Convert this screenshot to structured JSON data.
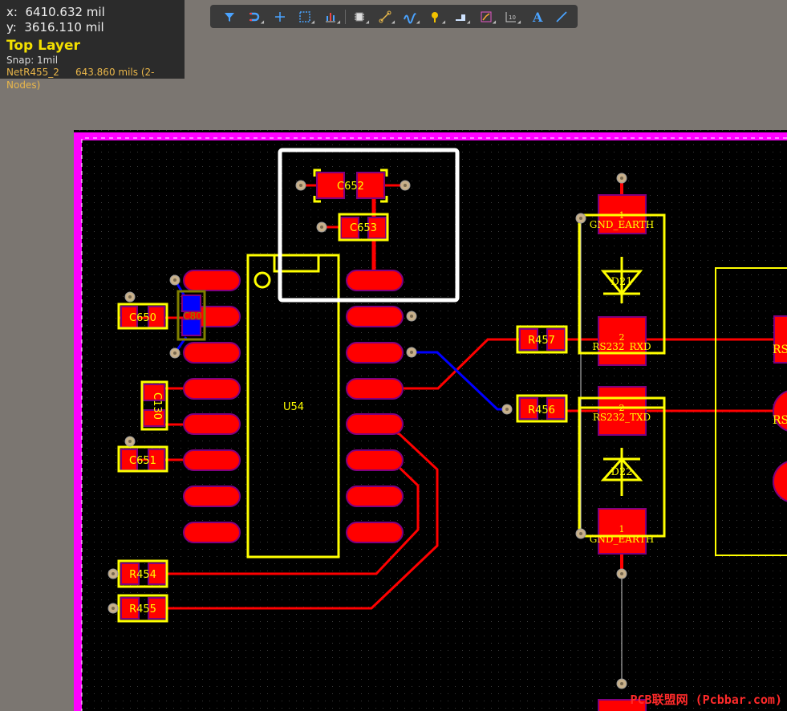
{
  "hud": {
    "x_label": "x:",
    "x_value": "6410.632 mil",
    "y_label": "y:",
    "y_value": "3616.110 mil",
    "layer": "Top Layer",
    "snap": "Snap: 1mil",
    "net_name": "NetR455_2",
    "net_length": "643.860 mils  (2-Nodes)"
  },
  "toolbar": {
    "icons": [
      "filter-icon",
      "interactive-route-icon",
      "place-cross-icon",
      "select-rect-icon",
      "align-chart-icon",
      "component-icon",
      "route-nodes-icon",
      "wave-trace-icon",
      "place-pad-icon",
      "fill-icon",
      "graph-icon",
      "text-numbers-icon",
      "place-text-icon",
      "line-icon"
    ]
  },
  "designators": {
    "c652": "C652",
    "c653": "C653",
    "c650": "C650",
    "c80": "C80",
    "c130": "C130",
    "c651": "C651",
    "u54": "U54",
    "r457": "R457",
    "r456": "R456",
    "r454": "R454",
    "r455": "R455",
    "pad_top_1": "1",
    "gnd_earth_top": "GND_EARTH",
    "d_top": "D21",
    "pad_rxd_2": "2",
    "rs232_rxd": "RS232_RXD",
    "pad_txd_2": "2",
    "rs232_txd": "RS232_TXD",
    "d_bottom": "D22",
    "pad_bot_1": "1",
    "gnd_earth_bottom": "GND_EARTH",
    "rs_a": "RS",
    "rs_b": "RS"
  },
  "colors": {
    "board_bg": "#000000",
    "keepout": "#ff00ff",
    "copper_top": "#ff0000",
    "copper_bottom": "#0000ff",
    "overlay": "#ffff00",
    "pad_outline": "#800080"
  },
  "watermark": "PCB联盟网 (Pcbbar.com)"
}
